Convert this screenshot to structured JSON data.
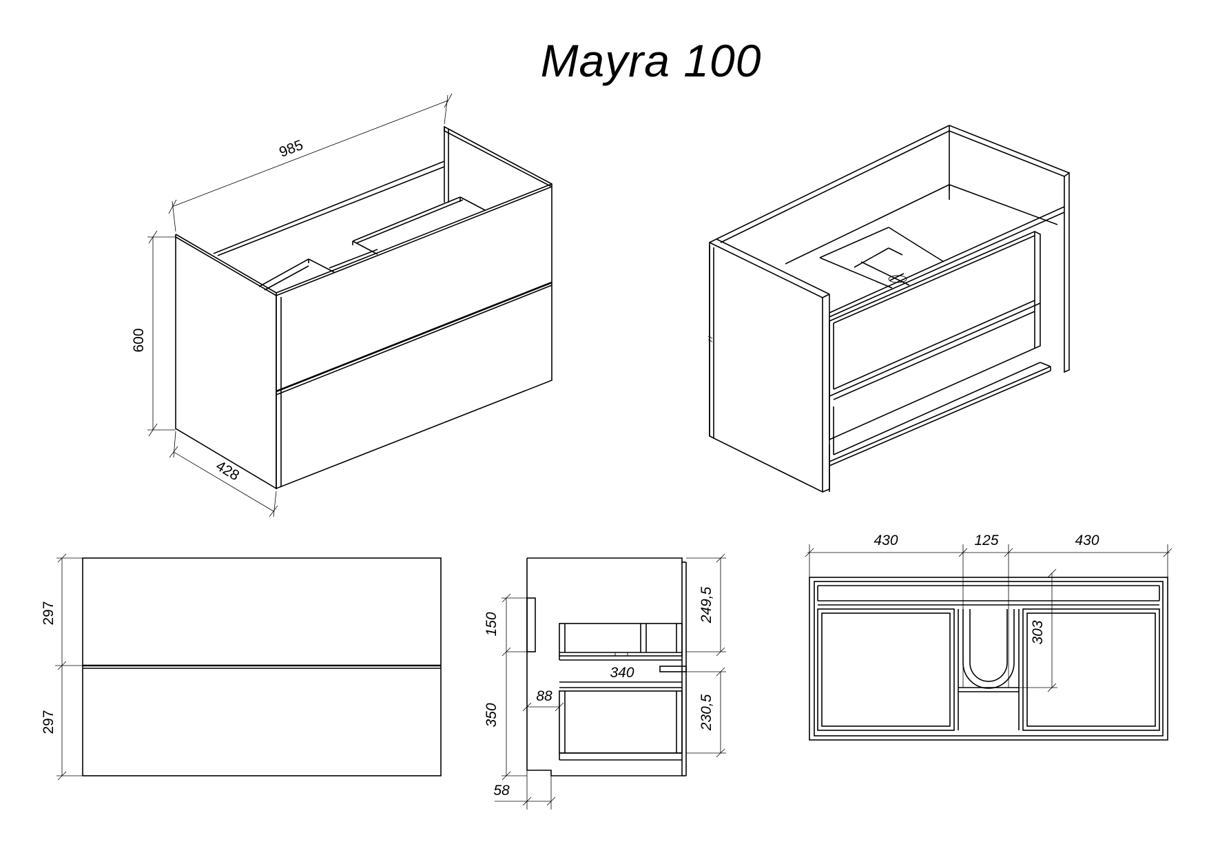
{
  "title": "Mayra 100",
  "dimensions": {
    "iso_width": "985",
    "iso_height": "600",
    "iso_depth": "428",
    "front_drawer_top": "297",
    "front_drawer_bottom": "297",
    "side_150": "150",
    "side_350": "350",
    "side_58": "58",
    "side_88": "88",
    "side_340": "340",
    "side_249": "249,5",
    "side_230": "230,5",
    "top_left": "430",
    "top_mid": "125",
    "top_right": "430",
    "top_depth": "303"
  }
}
